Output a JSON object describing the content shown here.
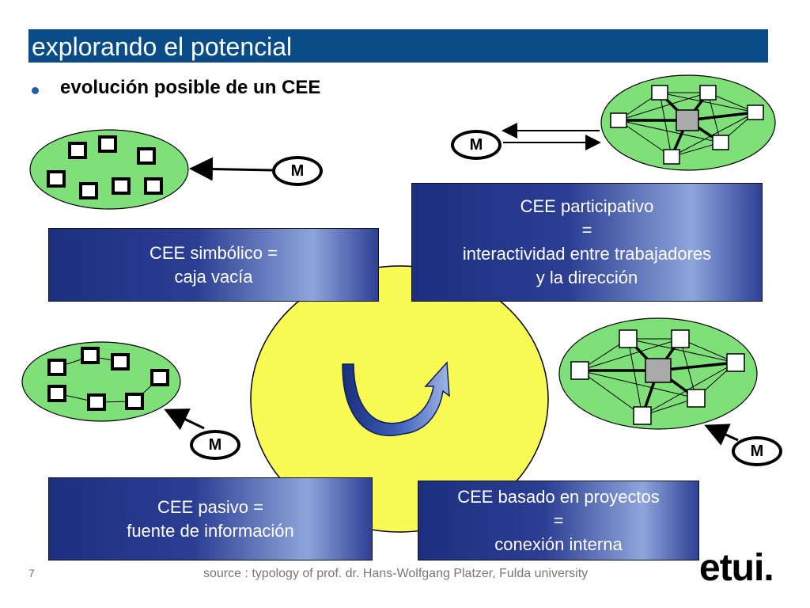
{
  "header": {
    "title": "explorando el potencial"
  },
  "subtitle": "evolución posible de un CEE",
  "boxes": {
    "simbolico": {
      "line1": "CEE simbólico =",
      "line2": "caja vacía"
    },
    "participativo": {
      "line1": "CEE participativo",
      "line2": "=",
      "line3": "interactividad entre trabajadores",
      "line4": "y la dirección"
    },
    "pasivo": {
      "line1": "CEE pasivo =",
      "line2": "fuente de información"
    },
    "proyectos": {
      "line1": "CEE basado en proyectos",
      "line2": "=",
      "line3": "conexión interna"
    }
  },
  "badges": {
    "m": "M"
  },
  "footer": {
    "page": "7",
    "source": "source :  typology of prof. dr. Hans-Wolfgang Platzer, Fulda university",
    "logo": "etui."
  },
  "colors": {
    "title_bar": "#0a4c87",
    "ellipse_green": "#7fe07a",
    "center_circle": "#fafa55",
    "box_dark": "#1d2f80",
    "box_light": "#8ea5db"
  },
  "icons": [
    "curved-arrow-icon",
    "arrow-icon"
  ]
}
